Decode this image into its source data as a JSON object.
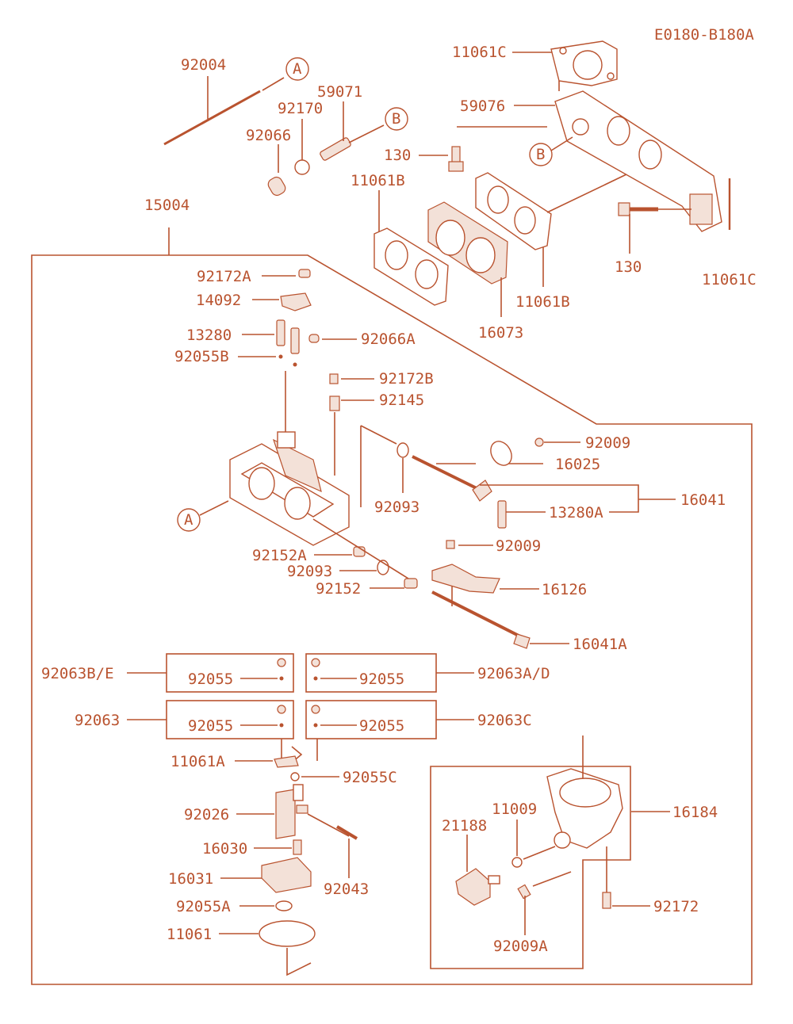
{
  "diagram_code": "E0180-B180A",
  "refs": {
    "A": "A",
    "B": "B"
  },
  "labels": {
    "p92004": "92004",
    "p59071": "59071",
    "p92170": "92170",
    "p92066": "92066",
    "p11061C_top": "11061C",
    "p59076": "59076",
    "p130_top": "130",
    "p11061B_left": "11061B",
    "p15004": "15004",
    "p130_right": "130",
    "p11061C_right": "11061C",
    "p11061B_right": "11061B",
    "p16073": "16073",
    "p92172A": "92172A",
    "p14092": "14092",
    "p13280": "13280",
    "p92066A": "92066A",
    "p92055B": "92055B",
    "p92172B": "92172B",
    "p92145": "92145",
    "p92009_a": "92009",
    "p16025": "16025",
    "p92093_a": "92093",
    "p16041": "16041",
    "p13280A": "13280A",
    "p92009_b": "92009",
    "p92152A": "92152A",
    "p92093_b": "92093",
    "p16126": "16126",
    "p92152": "92152",
    "p16041A": "16041A",
    "p92063BE": "92063B/E",
    "p92055_1": "92055",
    "p92055_2": "92055",
    "p92063AD": "92063A/D",
    "p92063": "92063",
    "p92055_3": "92055",
    "p92055_4": "92055",
    "p92063C": "92063C",
    "p11061A": "11061A",
    "p92055C": "92055C",
    "p92026": "92026",
    "p16030": "16030",
    "p16031": "16031",
    "p92043": "92043",
    "p92055A": "92055A",
    "p11061": "11061",
    "p11009": "11009",
    "p21188": "21188",
    "p16184": "16184",
    "p92172": "92172",
    "p92009A": "92009A"
  }
}
